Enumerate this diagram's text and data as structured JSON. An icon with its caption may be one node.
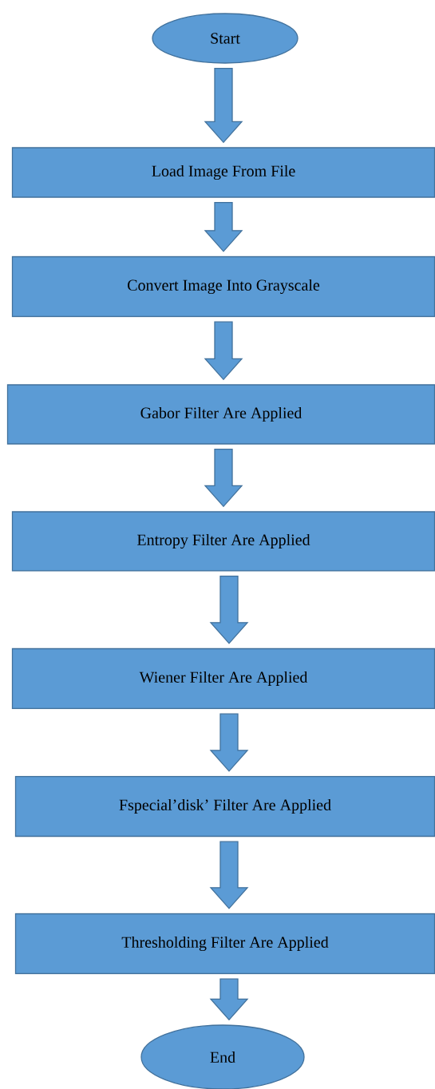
{
  "diagram": {
    "nodes": [
      {
        "text": [
          "Start"
        ]
      },
      {
        "text": [
          "Load Image From File"
        ]
      },
      {
        "text": [
          "Convert Image Into Grayscale"
        ]
      },
      {
        "text": [
          "Gabor Filter Are Applied"
        ]
      },
      {
        "text": [
          "Entropy Filter Are Applied"
        ]
      },
      {
        "text": [
          "Wiener Filter Are Applied"
        ]
      },
      {
        "text": [
          "Fspecial’disk’ Filter Are Applied"
        ]
      },
      {
        "text": [
          "Thresholding Filter Are Applied"
        ]
      },
      {
        "text": [
          "End"
        ]
      }
    ],
    "edges": [
      {
        "from": 0,
        "to": 1,
        "arrow": "to"
      },
      {
        "from": 1,
        "to": 2,
        "arrow": "to"
      },
      {
        "from": 2,
        "to": 3,
        "arrow": "to"
      },
      {
        "from": 3,
        "to": 4,
        "arrow": "to"
      },
      {
        "from": 4,
        "to": 5,
        "arrow": "to"
      },
      {
        "from": 5,
        "to": 6,
        "arrow": "to"
      },
      {
        "from": 6,
        "to": 7,
        "arrow": "to"
      },
      {
        "from": 7,
        "to": 8,
        "arrow": "to"
      }
    ]
  }
}
